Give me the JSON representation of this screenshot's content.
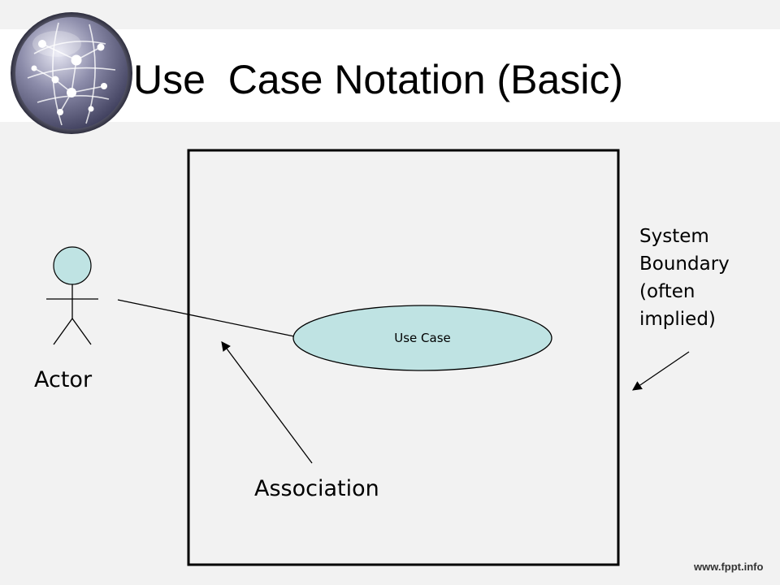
{
  "slide": {
    "title": "Use  Case Notation (Basic)"
  },
  "diagram": {
    "actor_label": "Actor",
    "use_case_label": "Use Case",
    "association_label": "Association",
    "boundary_label_lines": [
      "System",
      "Boundary",
      "(often",
      "implied)"
    ]
  },
  "footer": {
    "watermark": "www.fppt.info"
  },
  "colors": {
    "use_case_fill": "#bfe3e3",
    "actor_head_fill": "#bfe3e3",
    "title_band": "#ffffff",
    "slide_background": "#f2f2f2"
  },
  "icons": {
    "logo": "globe-network-icon"
  }
}
